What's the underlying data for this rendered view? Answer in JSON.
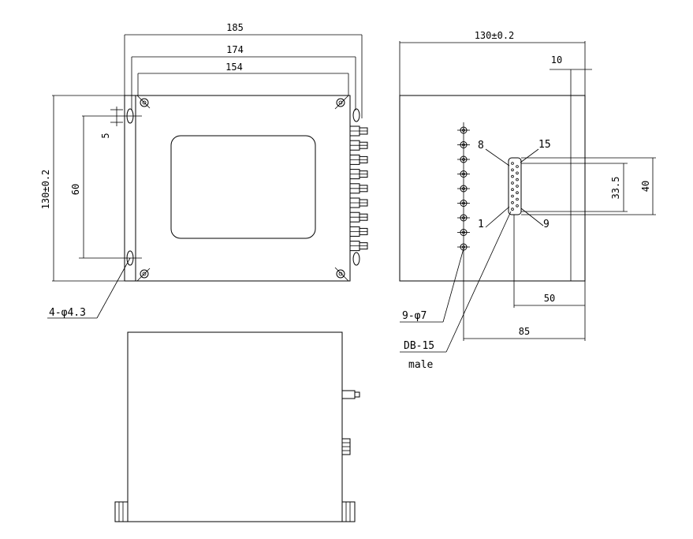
{
  "top_view": {
    "dim_overall_width": "185",
    "dim_mount_width": "174",
    "dim_inner_width": "154",
    "dim_height": "130±0.2",
    "dim_hole_spacing": "60",
    "dim_offset": "5",
    "hole_callout": "4-φ4.3"
  },
  "side_view": {
    "dim_width": "130±0.2",
    "dim_offset_10": "10",
    "dim_connector_height": "33.5",
    "dim_40": "40",
    "dim_50": "50",
    "dim_85": "85",
    "pin_label_8": "8",
    "pin_label_15": "15",
    "pin_label_1": "1",
    "pin_label_9": "9",
    "connector_holes_callout": "9-φ7",
    "connector_type": "DB-15",
    "connector_gender": "male"
  }
}
